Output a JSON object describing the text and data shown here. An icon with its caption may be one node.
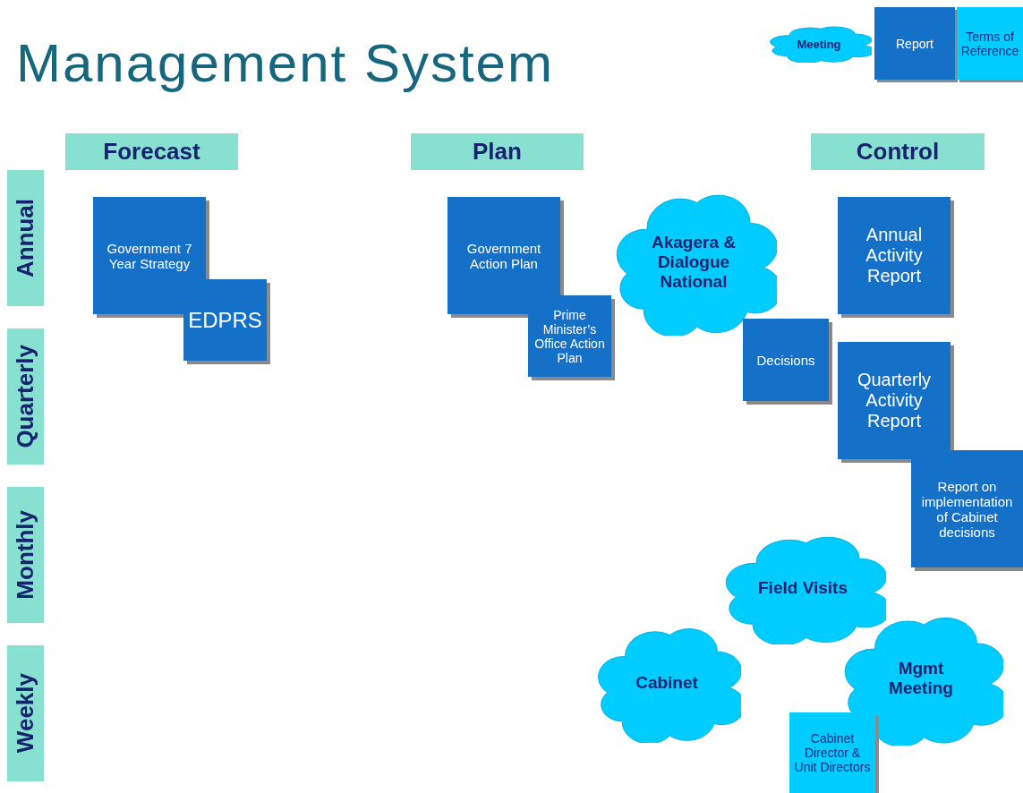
{
  "diagram": {
    "title": "Management System",
    "nodes": [
      {
        "text": [
          "Forecast"
        ]
      },
      {
        "text": [
          "Plan"
        ]
      },
      {
        "text": [
          "Control"
        ]
      },
      {
        "text": [
          "Annual"
        ]
      },
      {
        "text": [
          "Quarterly"
        ]
      },
      {
        "text": [
          "Monthly"
        ]
      },
      {
        "text": [
          "Weekly"
        ]
      },
      {
        "text": [
          "Government 7 Year Strategy"
        ]
      },
      {
        "text": [
          "EDPRS"
        ]
      },
      {
        "text": [
          "Government Action Plan"
        ]
      },
      {
        "text": [
          "Prime Minister’s Office Action Plan"
        ]
      },
      {
        "text": [
          "Akagera & Dialogue National"
        ]
      },
      {
        "text": [
          "Decisions"
        ]
      },
      {
        "text": [
          "Annual Activity Report"
        ]
      },
      {
        "text": [
          "Quarterly Activity Report"
        ]
      },
      {
        "text": [
          "Report on implementation of Cabinet decisions"
        ]
      },
      {
        "text": [
          "Field Visits"
        ]
      },
      {
        "text": [
          "Cabinet"
        ]
      },
      {
        "text": [
          "Mgmt Meeting"
        ]
      },
      {
        "text": [
          "Cabinet Director & Unit Directors"
        ]
      }
    ],
    "edges": [],
    "legend": [
      {
        "text": "Meeting"
      },
      {
        "text": "Report",
        "color": "#1570c8"
      },
      {
        "text": "Terms of Reference",
        "color": "#00ccff"
      }
    ]
  }
}
